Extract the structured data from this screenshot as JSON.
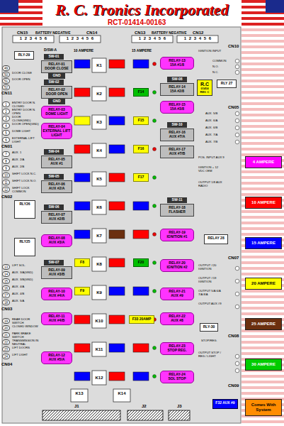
{
  "diagram": {
    "title": "R. C. Tronics Incorporated",
    "nodes": [
      {
        "text": [
          "SW-01"
        ]
      },
      {
        "text": [
          "RELAY-01",
          "DOOR CLOSE"
        ]
      },
      {
        "text": [
          "GND"
        ]
      },
      {
        "text": [
          "SW-02"
        ]
      },
      {
        "text": [
          "RELAY-02",
          "DOOR OPEN"
        ]
      },
      {
        "text": [
          "GND"
        ]
      },
      {
        "text": [
          "RELAY-03",
          "DOME LIGHT"
        ]
      },
      {
        "text": [
          "RELAY-04",
          "EXTERNAL LIFT LIGHT"
        ]
      },
      {
        "text": [
          "SW-04"
        ]
      },
      {
        "text": [
          "RELAY-05",
          "AUX #1"
        ]
      },
      {
        "text": [
          "SW-05"
        ]
      },
      {
        "text": [
          "RELAY-06",
          "AUX #2/A"
        ]
      },
      {
        "text": [
          "SW-06"
        ]
      },
      {
        "text": [
          "RELAY-07",
          "AUX #2/B"
        ]
      },
      {
        "text": [
          "RELAY-08",
          "AUX #3/A"
        ]
      },
      {
        "text": [
          "SW-07"
        ]
      },
      {
        "text": [
          "RELAY-09",
          "AUX #3/B"
        ]
      },
      {
        "text": [
          "RELAY-10",
          "AUX #4/A"
        ]
      },
      {
        "text": [
          "RELAY-11",
          "AUX #4/B"
        ]
      },
      {
        "text": [
          "RELAY-12",
          "AUX #5/A"
        ]
      },
      {
        "text": [
          "RELAY-13",
          "15A #1/8"
        ]
      },
      {
        "text": [
          "SW-08"
        ]
      },
      {
        "text": [
          "RELAY-14",
          "15A #2/8"
        ]
      },
      {
        "text": [
          "RELAY-15",
          "15A #3/8"
        ]
      },
      {
        "text": [
          "SW-10"
        ]
      },
      {
        "text": [
          "RELAY-16",
          "AUX #7/A"
        ]
      },
      {
        "text": [
          "RELAY-17",
          "AUX #7/B"
        ]
      },
      {
        "text": [
          "SW-11"
        ]
      },
      {
        "text": [
          "RELAY-18",
          "FLASHER"
        ]
      },
      {
        "text": [
          "RELAY-19",
          "IGNITION #1"
        ]
      },
      {
        "text": [
          "RELAY-20",
          "IGNITION #2"
        ]
      },
      {
        "text": [
          "RELAY-21",
          "AUX #9"
        ]
      },
      {
        "text": [
          "RELAY-22",
          "AUX #8"
        ]
      },
      {
        "text": [
          "RELAY-23",
          "STOP REG."
        ]
      },
      {
        "text": [
          "RELAY-24",
          "SOL STOP"
        ]
      },
      {
        "text": [
          "F14"
        ]
      },
      {
        "text": [
          "F15"
        ]
      },
      {
        "text": [
          "F16"
        ]
      },
      {
        "text": [
          "F17"
        ]
      },
      {
        "text": [
          "F8"
        ]
      },
      {
        "text": [
          "F20"
        ]
      },
      {
        "text": [
          "F9"
        ]
      },
      {
        "text": [
          "F33 20AMP"
        ]
      },
      {
        "text": [
          "F32 AUX #9"
        ]
      },
      {
        "text": [
          "RLY-29"
        ]
      },
      {
        "text": [
          "RLY26"
        ]
      },
      {
        "text": [
          "RLY25"
        ]
      },
      {
        "text": [
          "R.C",
          "01414 REV. C"
        ]
      },
      {
        "text": [
          "RLY 27"
        ]
      },
      {
        "text": [
          "RELAY 28"
        ]
      },
      {
        "text": [
          "RLY-30"
        ]
      }
    ],
    "labels": [
      "RCT-01414-00163",
      "CN15",
      "BATTERY NEGATIVE",
      "CN14",
      "CN13",
      "BATTERY NEGATIVE",
      "CN12",
      "1 2 3 4 5 6",
      "1 2 3 4 5 6",
      "1 2 3 4 5 6",
      "1 2 3 4 5 6",
      "D/SW-A",
      "49",
      "50",
      "51",
      "52",
      "DOOR CLOSE",
      "DOOR OPEN",
      "CN11",
      "1",
      "2",
      "3",
      "4",
      "5",
      "6",
      "ENTRY DOOR N. CLOSED",
      "ENTRY DOOR N. OPEN",
      "DOOR CLOSE(GND)",
      "DOOR OPEN(GND)",
      "DOME LIGHT",
      "EXTERNAL LIFT LIGHT",
      "CN01",
      "7",
      "8",
      "9",
      "10",
      "11",
      "12",
      "AUX. 1",
      "AUX. 2/A",
      "AUX. 2/B",
      "SHIFT LOCK N.C.",
      "SHIFT LOCK N.O.",
      "SHIFT LOCK COMMON",
      "CN02",
      "13",
      "14",
      "15",
      "16",
      "17",
      "18",
      "LIFT SOL.",
      "AUX. 3/A(GND)",
      "AUX. 3/B(GND)",
      "AUX. 4/A",
      "AUX. 4/B",
      "AUX. 5/A",
      "CN03",
      "19",
      "20",
      "21",
      "22",
      "23",
      "24",
      "REAR DOOR SWITCH",
      "CLOSED WINDOW",
      "PARK BRAKE SWITCH",
      "TRANSMISSION IN NEUTRAL",
      "LIFT DOORS",
      "LIFT LIGHT",
      "CN04",
      "10 AMPERE",
      "15 AMPERE",
      "K1",
      "K2",
      "K3",
      "K4",
      "K5",
      "K6",
      "K7",
      "K8",
      "K9",
      "K10",
      "K11",
      "K12",
      "K13",
      "K14",
      "CN10",
      "IGNITION INPUT",
      "COMMON",
      "N.O.",
      "N.C.",
      "CN05",
      "AUX. 5/B",
      "AUX. 6/A",
      "AUX. 6/B",
      "AUX. 7/A",
      "AUX. 7/B",
      "POS. INPUT AUX 9",
      "IGNITION + 12 VDC OEM",
      "OUTPUT 1/8 AUX RADIO",
      "CN07",
      "OUTPUT #20 IGNITION",
      "OUTPUT #19 IGNITION",
      "OUTPUT 5/A 6/A 7/A 8/A",
      "OUTPUT AUX #9",
      "STOP/REG.",
      "OUTPUT STOP / REG / LIGHT",
      "CN08",
      "CN09",
      "J1",
      "J2",
      "J3"
    ],
    "legend": [
      {
        "text": "4 AMPERE",
        "color": "#ff00ff"
      },
      {
        "text": "10 AMPERE",
        "color": "#ff0000"
      },
      {
        "text": "15 AMPERE",
        "color": "#0000ff"
      },
      {
        "text": "20 AMPERE",
        "color": "#ffff00"
      },
      {
        "text": "25 AMPERE",
        "color": "#6b2f0f"
      },
      {
        "text": "30 AMPERE",
        "color": "#00cc00"
      },
      {
        "text": "Comes With System",
        "color": "#ff8c00"
      }
    ]
  }
}
